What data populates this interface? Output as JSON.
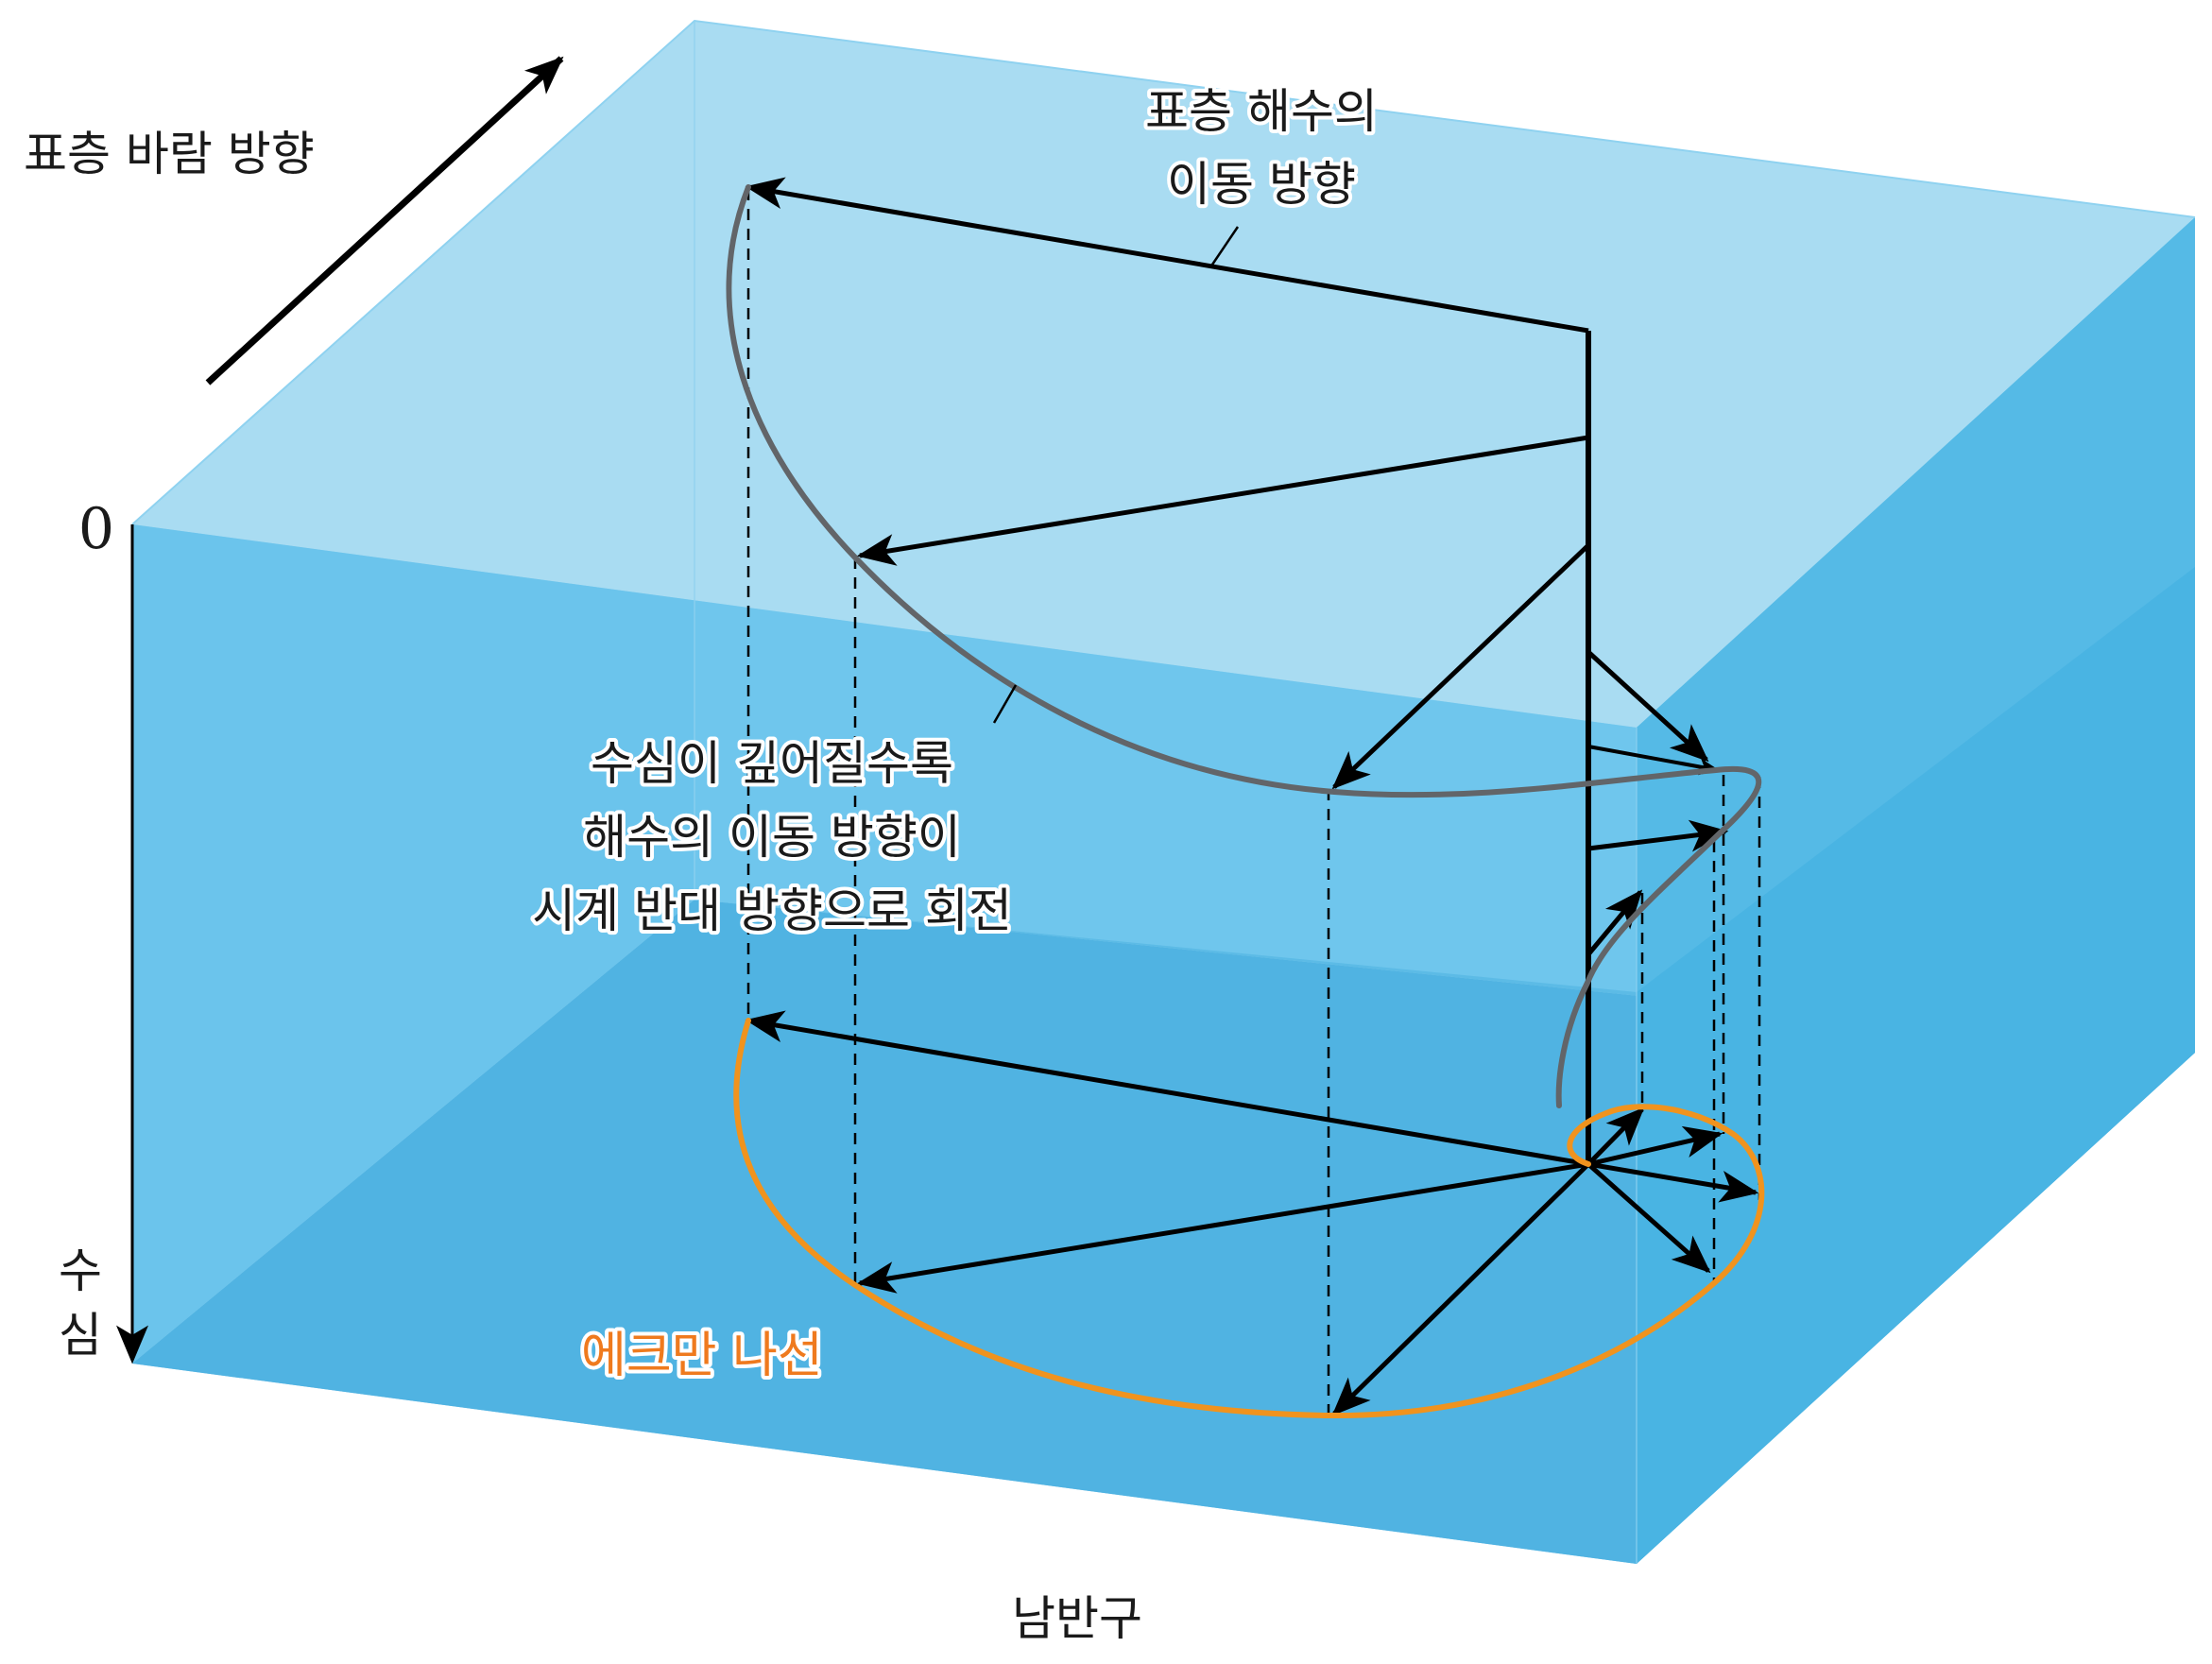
{
  "labels": {
    "surface_wind": "표층 바람 방향",
    "surface_flow_line1": "표층 해수의",
    "surface_flow_line2": "이동 방향",
    "rotation_line1": "수심이 깊어질수록",
    "rotation_line2": "해수의 이동 방향이",
    "rotation_line3": "시계 반대 방향으로 회전",
    "ekman_spiral": "에크만 나선",
    "depth_zero": "0",
    "depth_axis_char1": "수",
    "depth_axis_char2": "심",
    "hemisphere": "남반구"
  },
  "colors": {
    "water_front": "#6cc4ec",
    "water_top": "#a6dcf3",
    "water_side": "#52b9e6",
    "water_deep": "#3aaadc",
    "spiral_3d": "#626569",
    "spiral_projection": "#f0931e",
    "ekman_label": "#ef7a1e",
    "arrow": "#000000"
  }
}
